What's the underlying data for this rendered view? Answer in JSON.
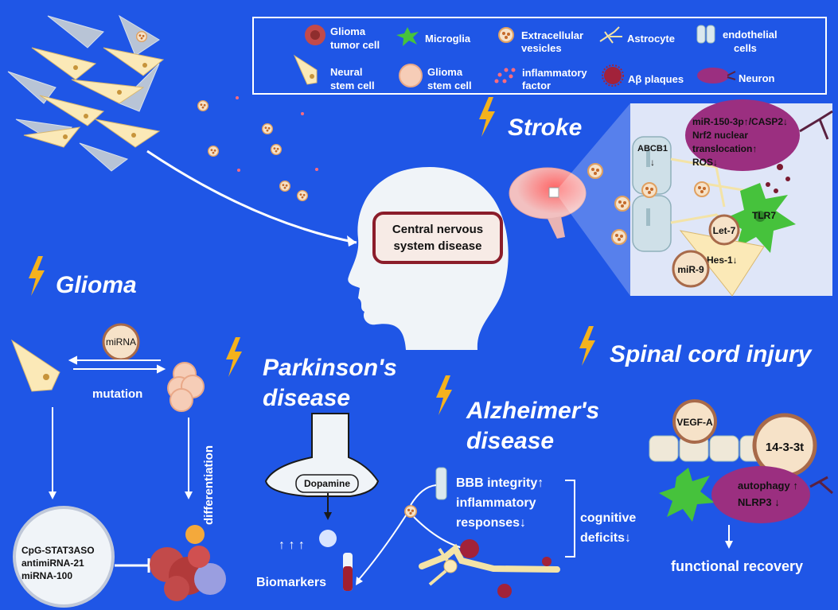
{
  "legend": {
    "glioma_tumor_cell": [
      "Glioma",
      "tumor cell"
    ],
    "microglia": "Microglia",
    "extracellular_vesicles": [
      "Extracellular",
      "vesicles"
    ],
    "astrocyte": "Astrocyte",
    "endothelial_cells": [
      "endothelial",
      "cells"
    ],
    "neural_stem_cell": [
      "Neural",
      "stem cell"
    ],
    "glioma_stem_cell": [
      "Glioma",
      "stem cell"
    ],
    "inflammatory_factor": [
      "inflammatory",
      "factor"
    ],
    "abeta_plaques": "Aβ plaques",
    "neuron": "Neuron"
  },
  "center": {
    "line1": "Central nervous",
    "line2": "system disease"
  },
  "stroke": {
    "title": "Stroke",
    "abcb1": "ABCB1",
    "abcb1_arrow": "↓",
    "neuron_text": [
      "miR-150-3p↑/CASP2↓",
      "Nrf2 nuclear",
      "translocation↑",
      "ROS↓"
    ],
    "let7": "Let-7",
    "tlr7": "TLR7",
    "hes1": "Hes-1↓",
    "mir9": "miR-9"
  },
  "glioma": {
    "title": "Glioma",
    "mirna": "miRNA",
    "mutation": "mutation",
    "differentiation": "differentiation",
    "treatment": [
      "CpG-STAT3ASO",
      "antimiRNA-21",
      "miRNA-100"
    ]
  },
  "parkinsons": {
    "title": [
      "Parkinson's",
      "disease"
    ],
    "dopamine": "Dopamine",
    "biomarkers": "Biomarkers",
    "arrows": "↑ ↑ ↑"
  },
  "alzheimers": {
    "title": [
      "Alzheimer's",
      "disease"
    ],
    "effects": [
      "BBB integrity↑",
      "inflammatory",
      "responses↓"
    ],
    "cognitive": [
      "cognitive",
      "deficits↓"
    ]
  },
  "sci": {
    "title": "Spinal cord injury",
    "vegfa": "VEGF-A",
    "protein": "14-3-3t",
    "effects": [
      "autophagy ↑",
      "NLRP3 ↓"
    ],
    "recovery": "functional recovery"
  },
  "colors": {
    "background": "#1f56e6",
    "bolt": "#f4b21d",
    "neuron": "#9b2f80",
    "glioma": "#c24a4a",
    "microglia": "#46c23c"
  }
}
